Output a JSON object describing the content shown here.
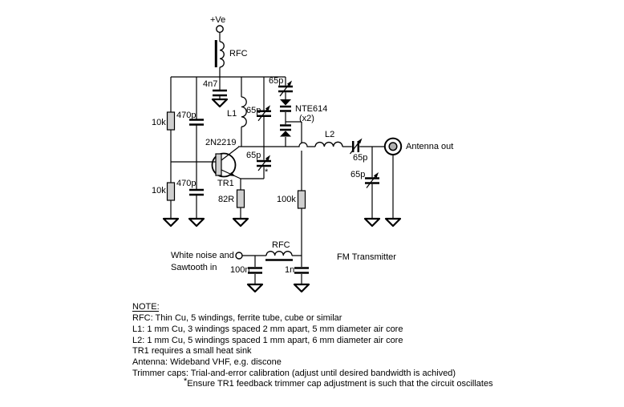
{
  "diagram": {
    "type": "schematic",
    "title": "FM Transmitter"
  },
  "colors": {
    "wire": "#000000",
    "component_fill": "#cfcfcf",
    "connector_fill": "#b0b0b0",
    "background": "#ffffff"
  },
  "labels": {
    "supply": "+Ve",
    "rfc1": "RFC",
    "c_4n7": "4n7",
    "r_10k_upper": "10k",
    "r_10k_lower": "10k",
    "c_470p_upper": "470p",
    "c_470p_lower": "470p",
    "l1": "L1",
    "ct_tank": "65p",
    "ct_varactor": "65p",
    "varactor_part": "NTE614",
    "varactor_qty": "(x2)",
    "tr1_part": "2N2219",
    "tr1_ref": "TR1",
    "ct_feedback": "65p",
    "ct_feedback_star": "*",
    "r_82": "82R",
    "r_100k": "100k",
    "l2": "L2",
    "ct_series": "65p",
    "ct_shunt": "65p",
    "antenna_out": "Antenna out",
    "input_line1": "White noise and",
    "input_line2": "Sawtooth in",
    "c_100n": "100n",
    "rfc2": "RFC",
    "c_1n": "1n",
    "fm_transmitter": "FM Transmitter"
  },
  "notes": {
    "heading": "NOTE",
    "heading_suffix": ":",
    "lines": [
      "RFC: Thin Cu, 5 windings, ferrite tube, cube or similar",
      "L1: 1 mm Cu, 3 windings spaced 2 mm apart, 5 mm diameter air core",
      "L2: 1 mm Cu, 5 windings spaced 1 mm apart, 6 mm diameter air core",
      "TR1 requires a small heat sink",
      "Antenna: Wideband VHF, e.g. discone",
      "Trimmer caps: Trial-and-error calibration (adjust until desired bandwidth is achived)"
    ],
    "star": "*",
    "starred_text": "Ensure TR1 feedback trimmer cap adjustment is such that the circuit oscillates"
  }
}
